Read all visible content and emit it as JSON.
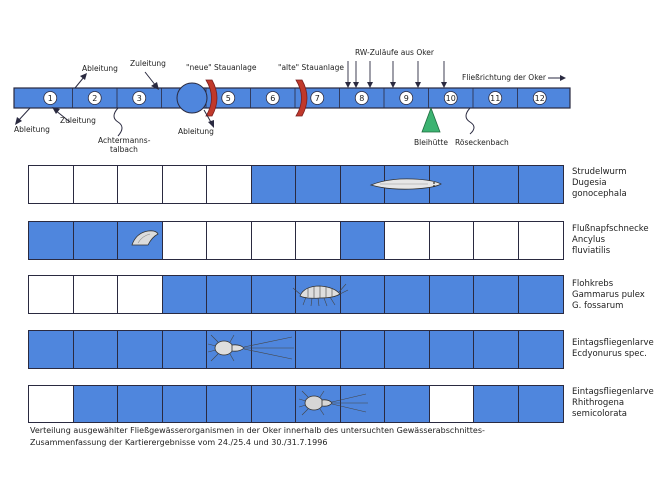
{
  "river": {
    "sections": [
      "1",
      "2",
      "3",
      "4",
      "5",
      "6",
      "7",
      "8",
      "9",
      "10",
      "11",
      "12"
    ],
    "annotations": {
      "ableitung_1": "Ableitung",
      "ableitung_2": "Ableitung",
      "ableitung_3": "Ableitung",
      "zuleitung_1": "Zuleitung",
      "zuleitung_2": "Zuleitung",
      "achtermann_1": "Achtermanns-",
      "achtermann_2": "talbach",
      "neue_stauanlage": "\"neue\" Stauanlage",
      "alte_stauanlage": "\"alte\" Stauanlage",
      "rw_zulaeufe": "RW-Zuläufe aus Oker",
      "fliessrichtung": "Fließrichtung der Oker",
      "bleihuette": "Bleihütte",
      "roeseckenbach": "Röseckenbach"
    },
    "colors": {
      "water": "#4f86dd",
      "weir": "#c0392b",
      "bleihuette": "#3cb371"
    }
  },
  "organisms": [
    {
      "name_lines": [
        "Strudelwurm",
        "Dugesia",
        "gonocephala"
      ],
      "presence": [
        0,
        0,
        0,
        0,
        0,
        1,
        1,
        1,
        1,
        1,
        1,
        1
      ],
      "icon": "flatworm-icon"
    },
    {
      "name_lines": [
        "Flußnapfschnecke",
        "Ancylus",
        "fluviatilis"
      ],
      "presence": [
        1,
        1,
        1,
        0,
        0,
        0,
        0,
        1,
        0,
        0,
        0,
        0
      ],
      "icon": "limpet-icon"
    },
    {
      "name_lines": [
        "Flohkrebs",
        "Gammarus pulex",
        "G. fossarum"
      ],
      "presence": [
        0,
        0,
        0,
        1,
        1,
        1,
        1,
        1,
        1,
        1,
        1,
        1
      ],
      "icon": "amphipod-icon"
    },
    {
      "name_lines": [
        "Eintagsfliegenlarve",
        "Ecdyonurus spec."
      ],
      "presence": [
        1,
        1,
        1,
        1,
        1,
        1,
        1,
        1,
        1,
        1,
        1,
        1
      ],
      "icon": "mayfly-larva-icon"
    },
    {
      "name_lines": [
        "Eintagsfliegenlarve",
        "Rhithrogena",
        "semicolorata"
      ],
      "presence": [
        0,
        1,
        1,
        1,
        1,
        1,
        1,
        1,
        1,
        0,
        1,
        1
      ],
      "icon": "mayfly-larva-icon"
    }
  ],
  "caption": {
    "line1": "Verteilung ausgewählter Fließgewässerorganismen in der Oker innerhalb des untersuchten Gewässerabschnittes-",
    "line2": "Zusammenfassung der Kartierergebnisse vom 24./25.4 und 30./31.7.1996"
  }
}
